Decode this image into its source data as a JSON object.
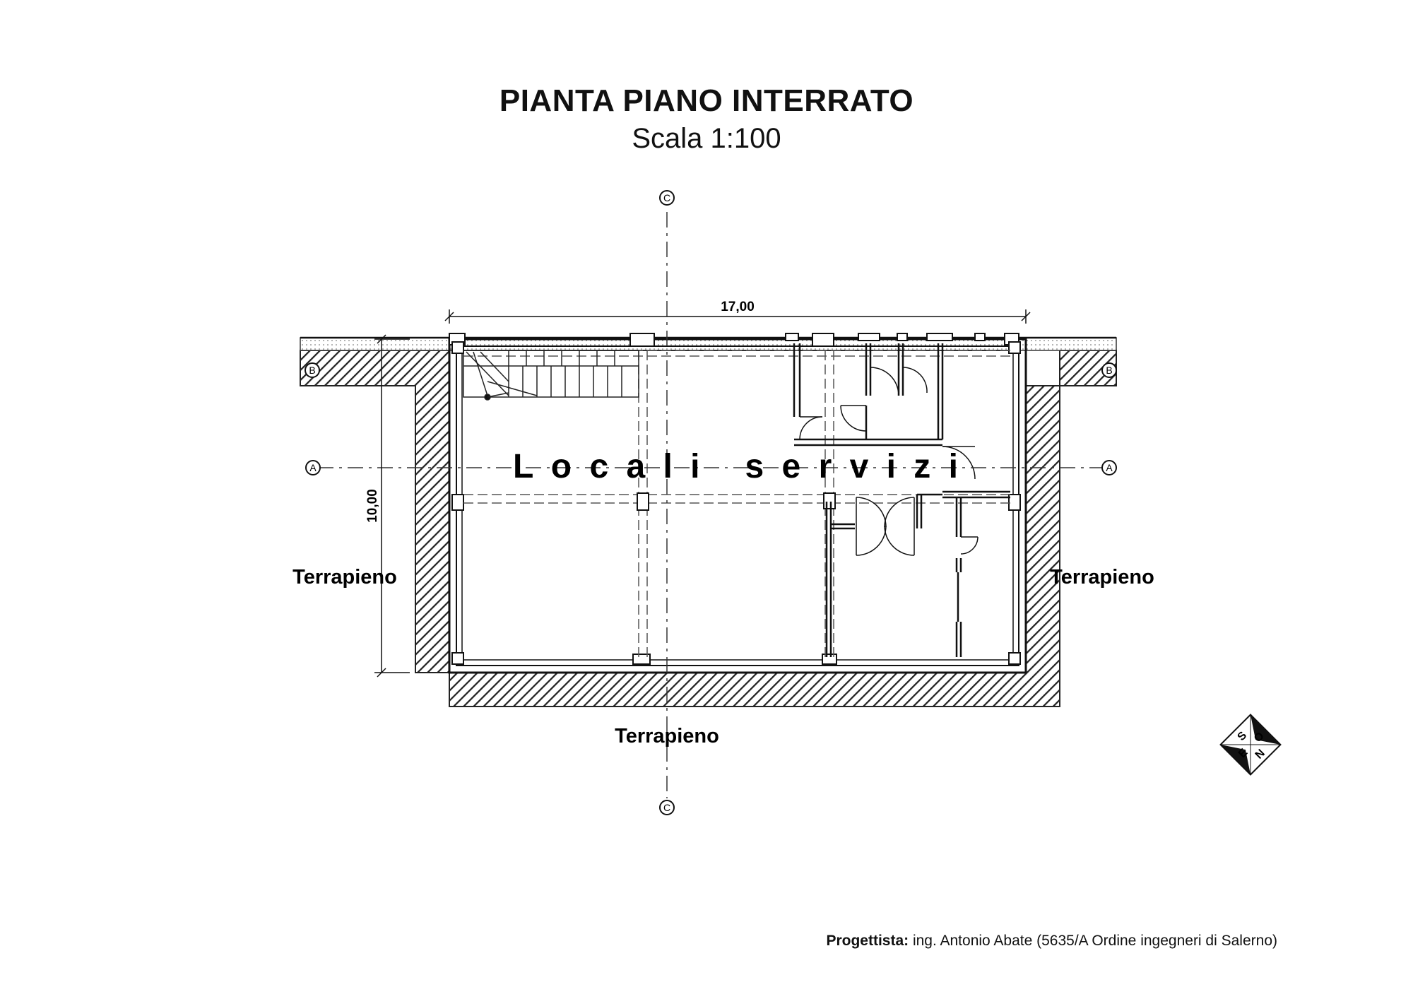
{
  "title": "PIANTA PIANO INTERRATO",
  "subtitle": "Scala 1:100",
  "dimension_width": "17,00",
  "dimension_height": "10,00",
  "room_label": "L o c a l i   s e r v i z i",
  "terrain_left": "Terrapieno",
  "terrain_right": "Terrapieno",
  "terrain_bottom": "Terrapieno",
  "section_markers": {
    "c_top": "C",
    "c_bottom": "C",
    "a_left": "A",
    "a_right": "A",
    "b_left": "B",
    "b_right": "B"
  },
  "compass": {
    "s": "S",
    "o": "O",
    "n": "N",
    "e": "E"
  },
  "credit": {
    "label": "Progettista:",
    "text": " ing. Antonio Abate (5635/A Ordine ingegneri di Salerno)"
  }
}
